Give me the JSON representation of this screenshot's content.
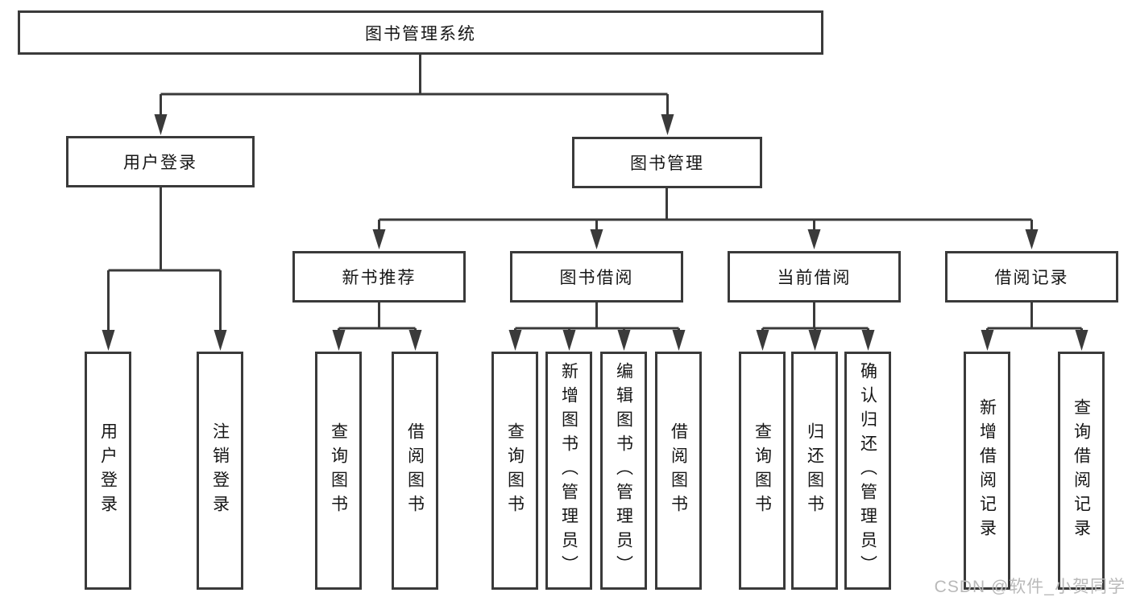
{
  "diagram": {
    "root": {
      "label": "图书管理系统"
    },
    "level2": [
      {
        "label": "用户登录"
      },
      {
        "label": "图书管理"
      }
    ],
    "level3": [
      {
        "label": "新书推荐"
      },
      {
        "label": "图书借阅"
      },
      {
        "label": "当前借阅"
      },
      {
        "label": "借阅记录"
      }
    ],
    "leaves": {
      "user_login": [
        "用户登录",
        "注销登录"
      ],
      "new_book": [
        "查询图书",
        "借阅图书"
      ],
      "book_borrow": [
        "查询图书",
        "新增图书（管理员）",
        "编辑图书（管理员）",
        "借阅图书"
      ],
      "current_borrow": [
        "查询图书",
        "归还图书",
        "确认归还（管理员）"
      ],
      "borrow_record": [
        "新增借阅记录",
        "查询借阅记录"
      ]
    },
    "watermark": "CSDN @软件_小贺同学",
    "colors": {
      "line": "#3a3a3a",
      "text": "#161616",
      "background": "#ffffff",
      "watermark": "#b9b9b9"
    }
  }
}
